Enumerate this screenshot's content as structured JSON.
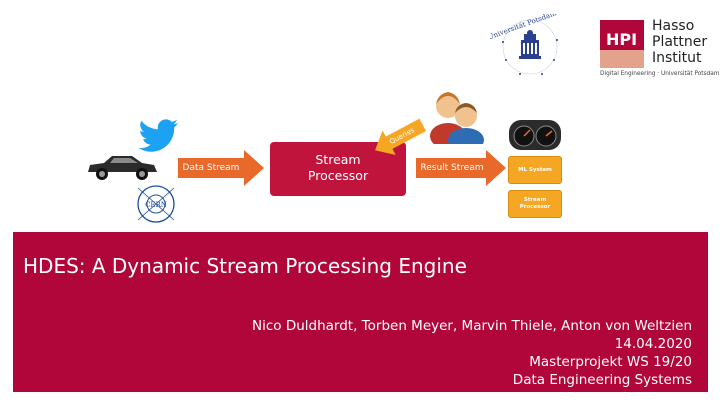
{
  "logos": {
    "university_text": "Universität Potsdam",
    "hpi_mark": "HPI",
    "hpi_name_line1": "Hasso",
    "hpi_name_line2": "Plattner",
    "hpi_name_line3": "Institut",
    "hpi_tagline": "Digital Engineering · Universität Potsdam"
  },
  "diagram": {
    "source_icons": [
      "twitter-bird-icon",
      "car-icon",
      "cern-logo-icon"
    ],
    "input_arrow": "Data Stream",
    "processor_line1": "Stream",
    "processor_line2": "Processor",
    "queries_arrow": "Queries",
    "output_arrow": "Result Stream",
    "targets": [
      "dashboard-icon",
      "ML System",
      "Stream Processor"
    ],
    "colors": {
      "arrow": "#e8692a",
      "processor": "#c0143c",
      "queries": "#f5a623",
      "targets": "#f5a623"
    }
  },
  "banner": {
    "title": "HDES: A Dynamic Stream Processing Engine",
    "authors": "Nico Duldhardt, Torben Meyer, Marvin Thiele, Anton von Weltzien",
    "date": "14.04.2020",
    "course": "Masterprojekt WS 19/20",
    "group": "Data Engineering Systems",
    "color": "#b1063a"
  }
}
